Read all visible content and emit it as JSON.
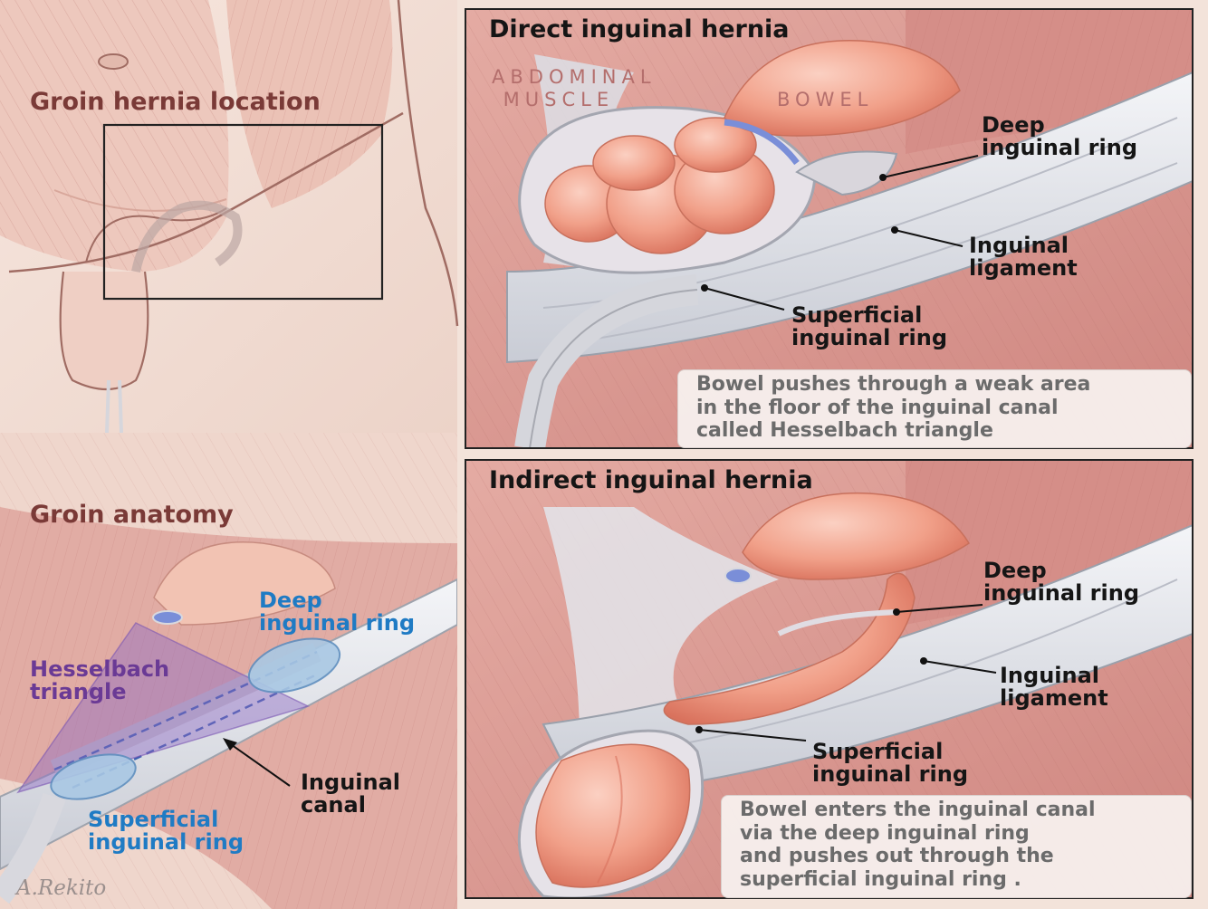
{
  "panels": {
    "location": {
      "title": "Groin hernia location"
    },
    "anatomy": {
      "title": "Groin anatomy",
      "labels": {
        "deep_ring": "Deep\ninguinal ring",
        "hesselbach": "Hesselbach\ntriangle",
        "canal": "Inguinal\ncanal",
        "superficial_ring": "Superficial\ninguinal ring"
      },
      "signature": "A.Rekito"
    },
    "direct": {
      "title": "Direct inguinal hernia",
      "organs": {
        "muscle": "ABDOMINAL\n MUSCLE",
        "bowel": "BOWEL"
      },
      "labels": {
        "deep_ring": "Deep\ninguinal ring",
        "ligament": "Inguinal\nligament",
        "superficial_ring": "Superficial\ninguinal ring"
      },
      "note": "Bowel pushes through a weak area\nin the floor of the inguinal canal\ncalled Hesselbach triangle"
    },
    "indirect": {
      "title": "Indirect inguinal hernia",
      "labels": {
        "deep_ring": "Deep\ninguinal ring",
        "ligament": "Inguinal\nligament",
        "superficial_ring": "Superficial\ninguinal ring"
      },
      "note": "Bowel enters the inguinal canal\nvia the deep inguinal ring\nand pushes out through the\nsuperficial inguinal ring ."
    }
  },
  "colors": {
    "skin": "#f1ddd3",
    "muscle": "#d9958f",
    "bowel": "#f2a08c",
    "ligament": "#e1e4ea",
    "blue_label": "#1f7bc4",
    "purple_label": "#6a3a95",
    "section_title": "#7a3a37"
  }
}
